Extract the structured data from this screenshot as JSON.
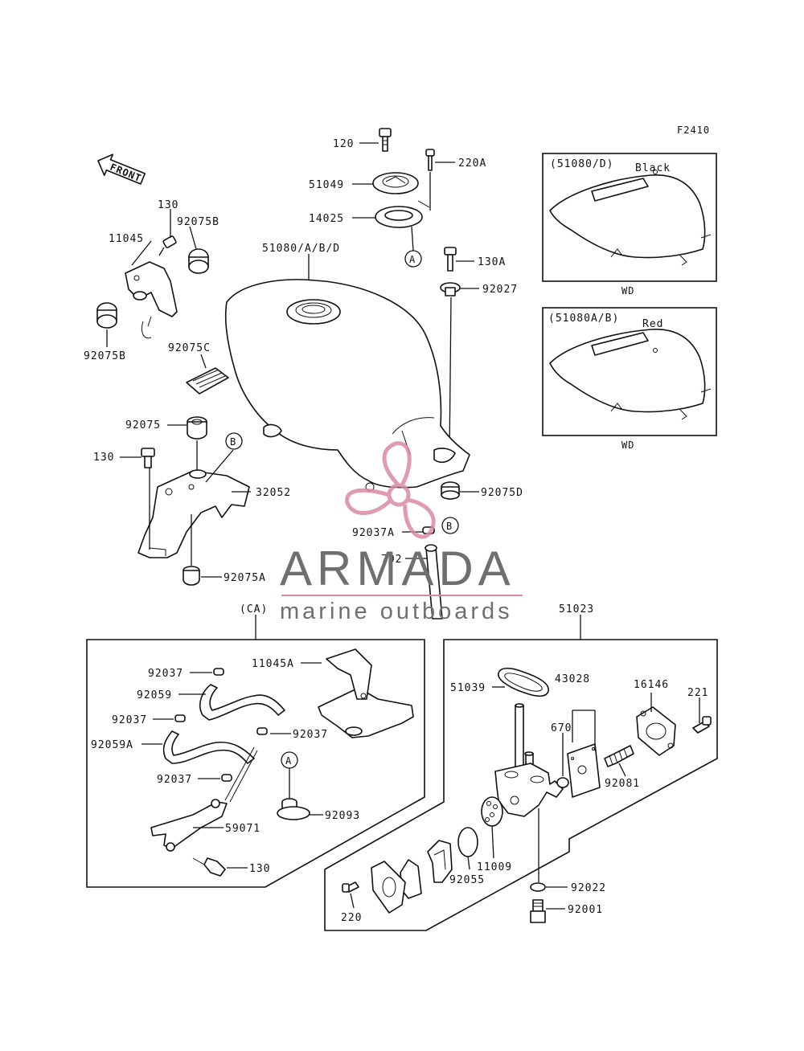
{
  "diagram_code": "F2410",
  "front_arrow_label": "FRONT",
  "callouts": {
    "p120": "120",
    "p220A": "220A",
    "p51049": "51049",
    "p14025": "14025",
    "pA_top": "A",
    "p130A": "130A",
    "p92027": "92027",
    "p51080": "51080/A/B/D",
    "p130_top": "130",
    "p92075B_top": "92075B",
    "p11045": "11045",
    "p92075B_bot": "92075B",
    "p92075C": "92075C",
    "p92075": "92075",
    "pB_left": "B",
    "p130_mid": "130",
    "p32052": "32052",
    "p92075A": "92075A",
    "p92075D": "92075D",
    "p92037A": "92037A",
    "pB_right": "B",
    "p702": "702",
    "pCA": "(CA)",
    "p51023": "51023"
  },
  "inset_black": {
    "code": "(51080/D)",
    "color": "Black",
    "footer": "WD"
  },
  "inset_red": {
    "code": "(51080A/B)",
    "color": "Red",
    "footer": "WD"
  },
  "ca_box": {
    "p92037_1": "92037",
    "p92059": "92059",
    "p92037_2": "92037",
    "p92059A": "92059A",
    "p92037_3": "92037",
    "p92037_4": "92037",
    "p11045A": "11045A",
    "pA": "A",
    "p92093": "92093",
    "p59071": "59071",
    "p130": "130"
  },
  "cock_box": {
    "p51039": "51039",
    "p43028": "43028",
    "p16146": "16146",
    "p221": "221",
    "p670": "670",
    "p92081": "92081",
    "p11009": "11009",
    "p92055": "92055",
    "p92022": "92022",
    "p92001": "92001",
    "p220": "220"
  },
  "watermark": {
    "brand": "ARMADA",
    "tagline": "marine outboards",
    "brand_color": "#6f6f6f",
    "accent_color": "#d98aa6"
  }
}
